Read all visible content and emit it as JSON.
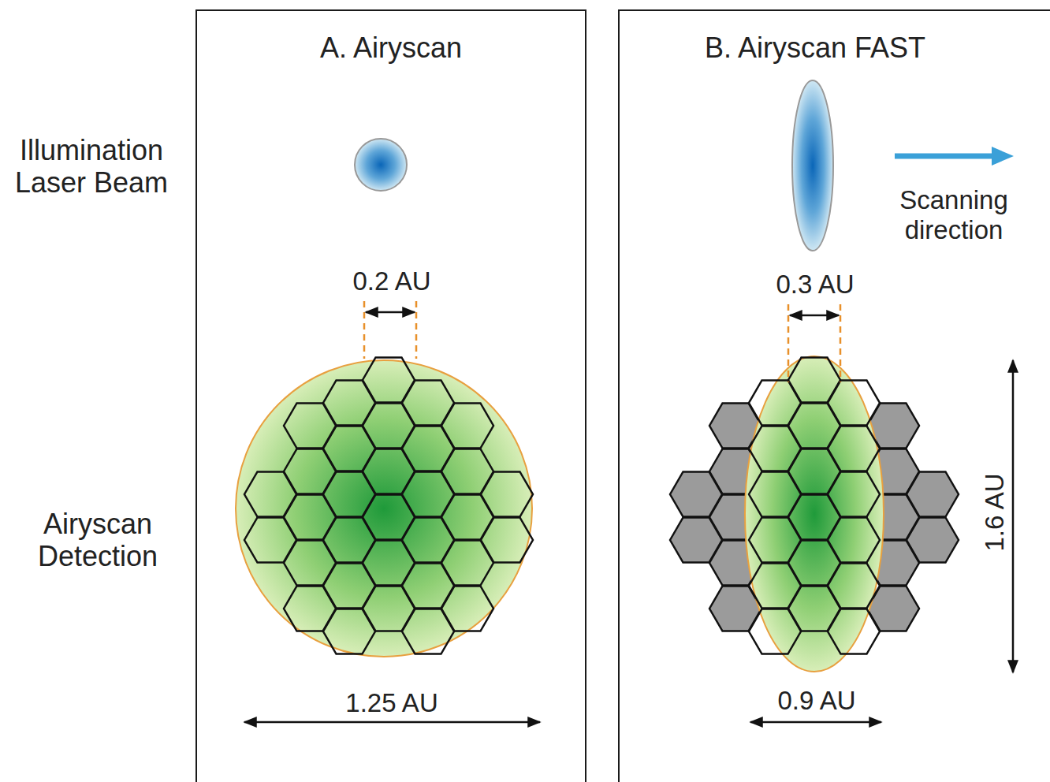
{
  "diagram": {
    "nodes": [
      {
        "text": [
          "A. Airyscan"
        ]
      },
      {
        "text": [
          "B. Airyscan FAST"
        ]
      }
    ],
    "labels": [
      "Illumination Laser Beam",
      "Airyscan Detection",
      "0.2 AU",
      "1.25 AU",
      "Scanning direction",
      "0.3 AU",
      "1.6 AU",
      "0.9 AU"
    ]
  }
}
